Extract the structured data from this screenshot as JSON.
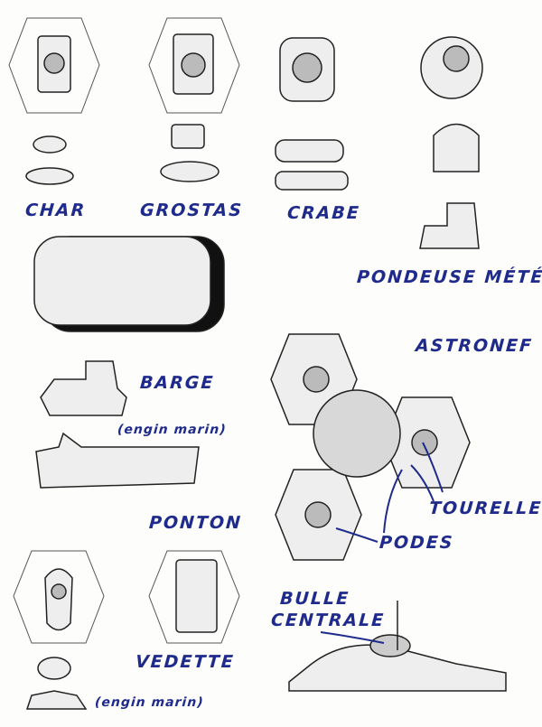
{
  "labels": {
    "char": "CHAR",
    "grostas": "GROSTAS",
    "crabe": "CRABE",
    "pondeuse": "PONDEUSE MÉTÉO",
    "barge": "BARGE",
    "barge_note": "(engin marin)",
    "astronef": "ASTRONEF",
    "ponton": "PONTON",
    "tourelle": "TOURELLE",
    "podes": "PODES",
    "bulle_line1": "BULLE",
    "bulle_line2": "CENTRALE",
    "vedette": "VEDETTE",
    "vedette_note": "(engin marin)"
  },
  "colors": {
    "ink": "#1f2b8c",
    "drawing": "#222222",
    "shadow": "#111111"
  }
}
